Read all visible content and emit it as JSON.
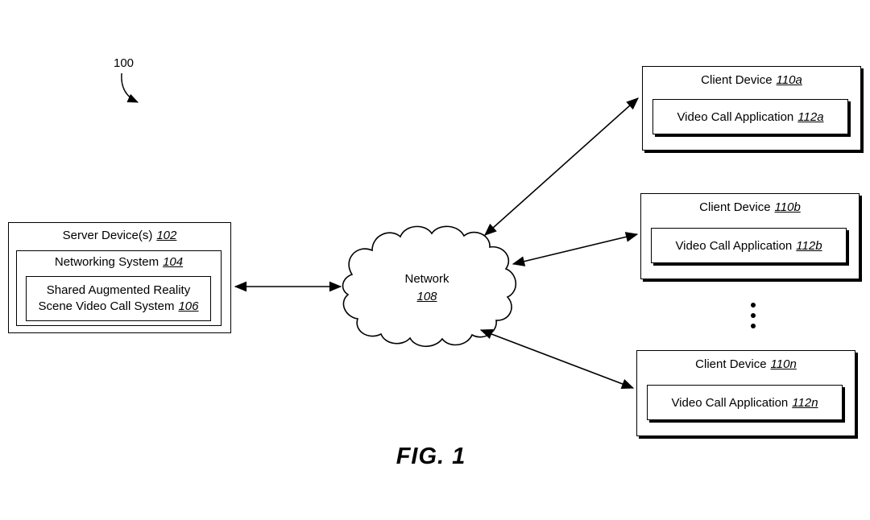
{
  "figure": {
    "ref": "100",
    "caption": "FIG. 1"
  },
  "colors": {
    "ink": "#000000",
    "background": "#ffffff"
  },
  "server": {
    "title": "Server Device(s)",
    "title_ref": "102",
    "networking_title": "Networking System",
    "networking_ref": "104",
    "system_line1": "Shared Augmented Reality",
    "system_line2": "Scene Video Call System",
    "system_ref": "106"
  },
  "network": {
    "label": "Network",
    "ref": "108"
  },
  "clients": [
    {
      "title": "Client Device",
      "ref": "110a",
      "app": "Video Call Application",
      "app_ref": "112a"
    },
    {
      "title": "Client Device",
      "ref": "110b",
      "app": "Video Call Application",
      "app_ref": "112b"
    },
    {
      "title": "Client Device",
      "ref": "110n",
      "app": "Video Call Application",
      "app_ref": "112n"
    }
  ]
}
